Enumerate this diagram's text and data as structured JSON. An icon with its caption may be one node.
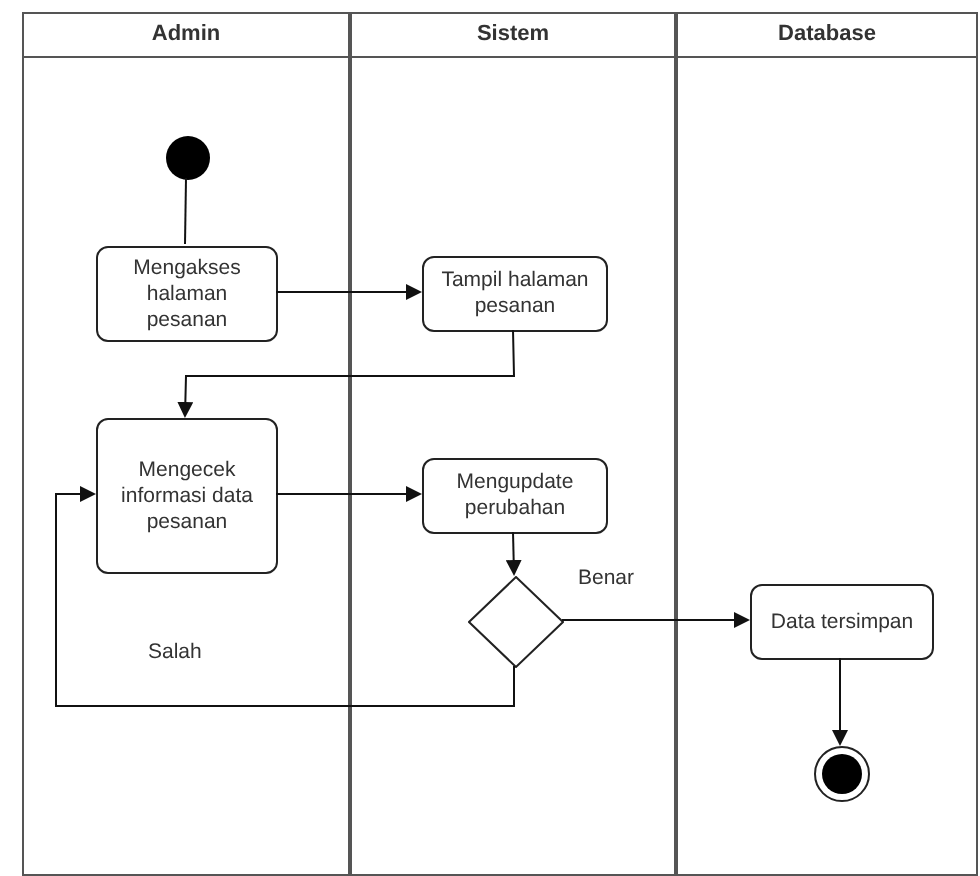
{
  "diagram": {
    "nodes": [
      {
        "text": [
          "Admin"
        ]
      },
      {
        "text": [
          "Sistem"
        ]
      },
      {
        "text": [
          "Database"
        ]
      },
      {
        "text": [],
        "shape": "circle",
        "in": 0
      },
      {
        "text": [
          "Mengakses halaman pesanan"
        ],
        "in": 0
      },
      {
        "text": [
          "Tampil halaman pesanan"
        ],
        "in": 1
      },
      {
        "text": [
          "Mengecek informasi data pesanan"
        ],
        "in": 0
      },
      {
        "text": [
          "Mengupdate perubahan"
        ],
        "in": 1
      },
      {
        "text": [],
        "shape": "diamond",
        "in": 1
      },
      {
        "text": [
          "Data tersimpan"
        ],
        "in": 2
      },
      {
        "text": [],
        "shape": "circle",
        "in": 2
      }
    ],
    "edges": [
      {
        "from": 3,
        "to": 4,
        "arrow": "none"
      },
      {
        "from": 4,
        "to": 5,
        "arrow": "to"
      },
      {
        "from": 5,
        "to": 6,
        "arrow": "to"
      },
      {
        "from": 6,
        "to": 7,
        "arrow": "to"
      },
      {
        "from": 7,
        "to": 8,
        "arrow": "to"
      },
      {
        "from": 8,
        "to": 9,
        "arrow": "to",
        "label": "Benar"
      },
      {
        "from": 8,
        "to": 6,
        "arrow": "to",
        "label": "Salah"
      },
      {
        "from": 9,
        "to": 10,
        "arrow": "to"
      }
    ]
  }
}
